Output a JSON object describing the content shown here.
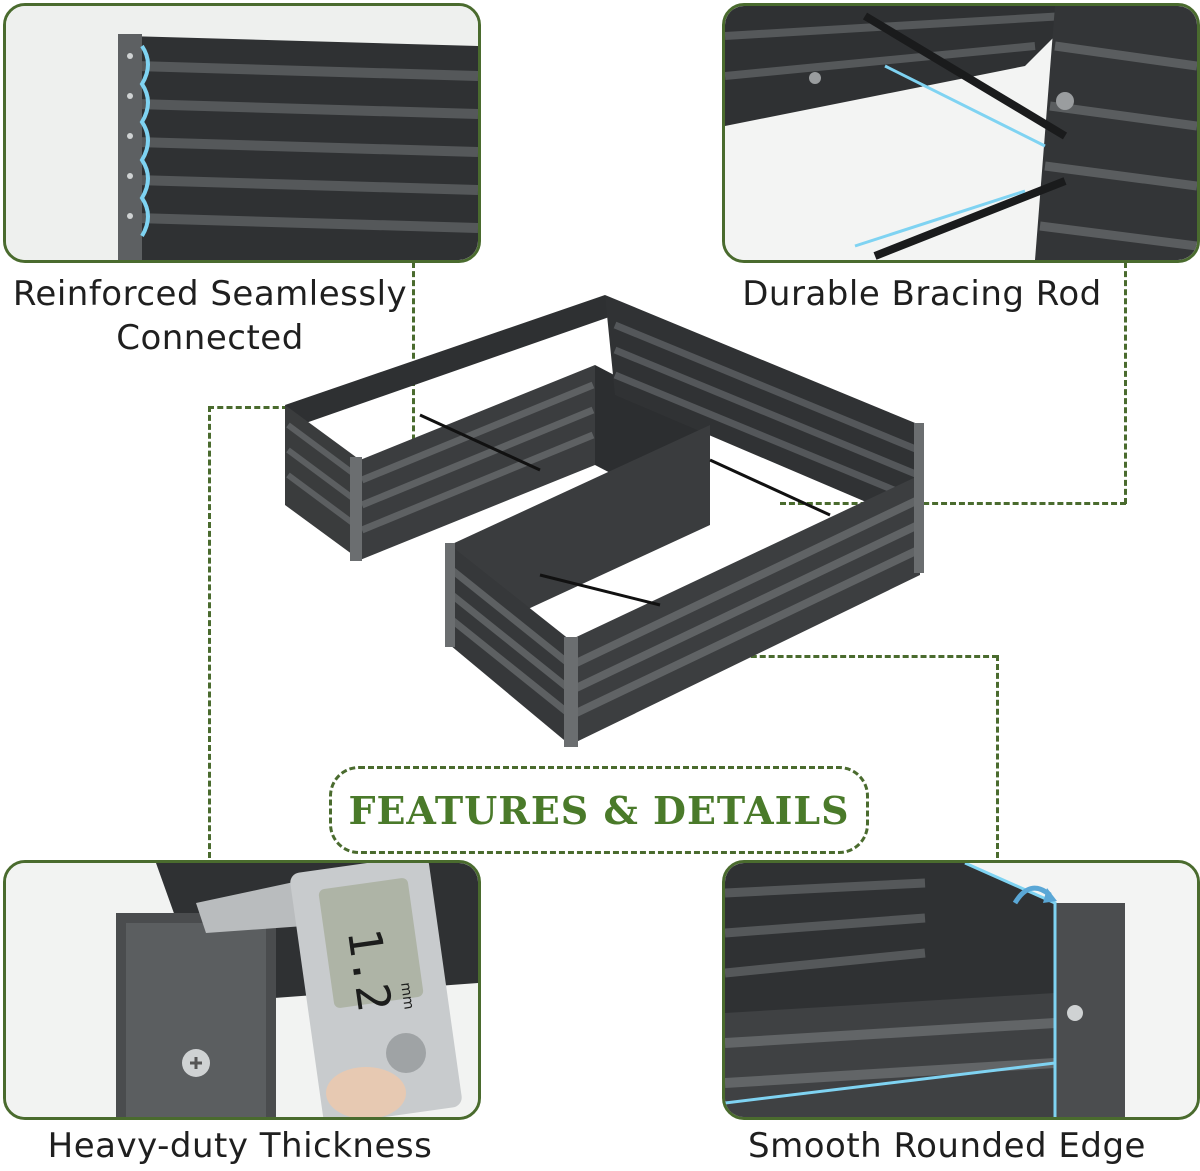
{
  "panels": {
    "top_left": {
      "caption_line1": "Reinforced Seamlessly",
      "caption_line2": "Connected",
      "icon": "corrugated-panel-closeup"
    },
    "top_right": {
      "caption": "Durable Bracing Rod",
      "icon": "bracing-rod-closeup"
    },
    "bottom_left": {
      "caption": "Heavy-duty Thickness",
      "icon": "caliper-measurement",
      "caliper_reading": "1.2",
      "caliper_unit": "mm"
    },
    "bottom_right": {
      "caption": "Smooth Rounded Edge",
      "icon": "rounded-edge-closeup"
    }
  },
  "badge": {
    "label": "FEATURES & DETAILS"
  },
  "colors": {
    "accent": "#4a6b2e",
    "badge_text": "#4a7a2a",
    "metal": "#3a3c3d",
    "highlight": "#7fd3f2"
  }
}
